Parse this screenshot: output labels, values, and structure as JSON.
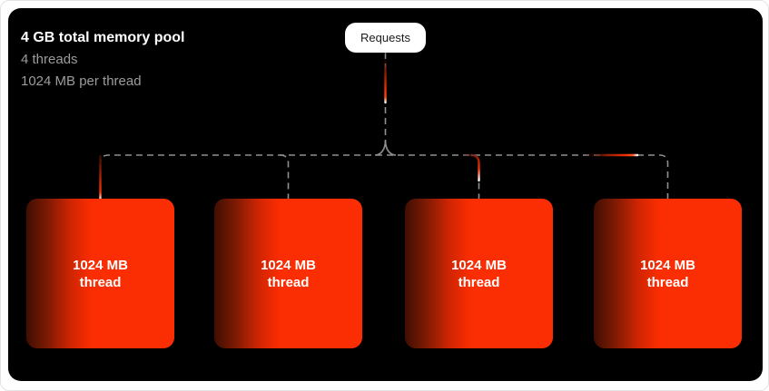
{
  "header": {
    "title": "4 GB total memory pool",
    "line2": "4 threads",
    "line3": "1024 MB per thread"
  },
  "requests_node": {
    "label": "Requests"
  },
  "threads": [
    {
      "memory": "1024 MB",
      "label": "thread"
    },
    {
      "memory": "1024 MB",
      "label": "thread"
    },
    {
      "memory": "1024 MB",
      "label": "thread"
    },
    {
      "memory": "1024 MB",
      "label": "thread"
    }
  ],
  "colors": {
    "canvas_black": "#000000",
    "thread_red": "#fb2d02",
    "thread_dark_edge": "#3f0e02",
    "connector_gray": "#909090",
    "pulse_red": "#ff3505",
    "pulse_tip_white": "#ffffff",
    "pill_background": "#ffffff",
    "muted_text": "#9c9c9c",
    "title_text": "#ffffff"
  }
}
